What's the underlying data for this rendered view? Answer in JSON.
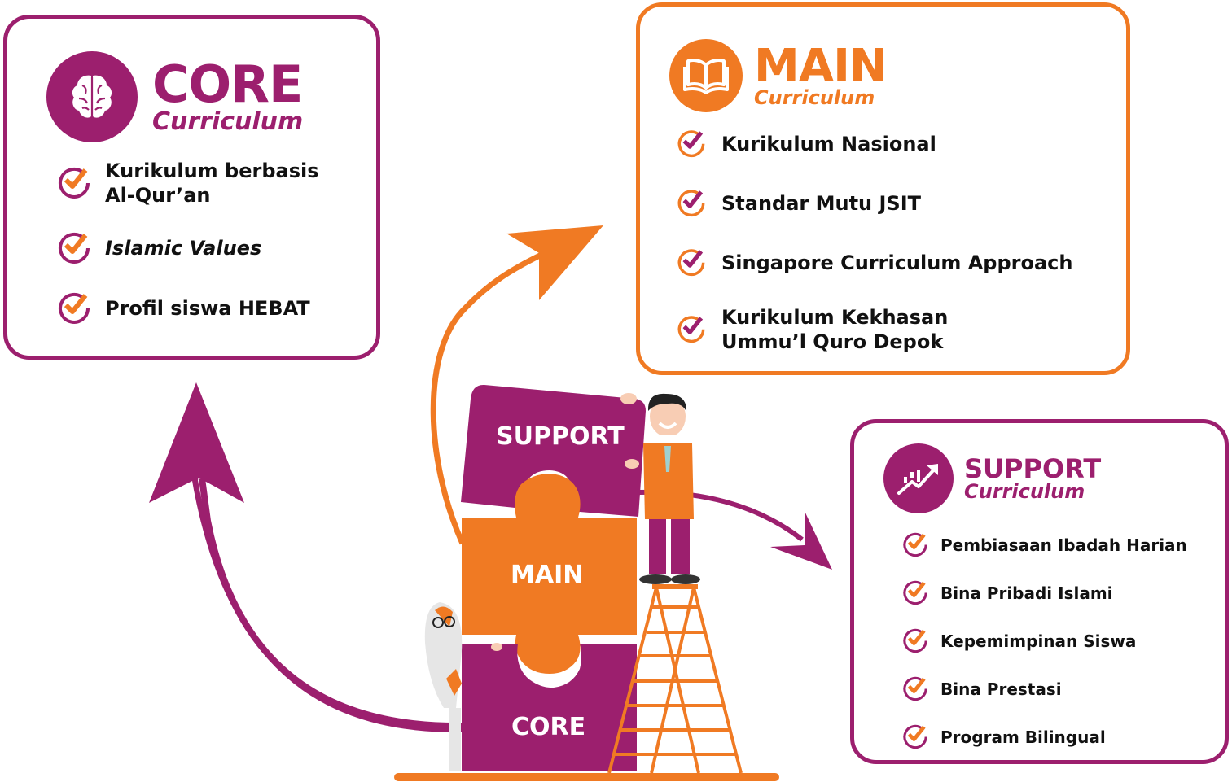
{
  "colors": {
    "purple": "#9c1f6e",
    "orange": "#f07a23",
    "text": "#111111"
  },
  "core_card": {
    "icon": "brain-icon",
    "title": "CORE",
    "subtitle": "Curriculum",
    "items": [
      {
        "text": "Kurikulum berbasis\nAl-Qur’an"
      },
      {
        "text": "Islamic Values"
      },
      {
        "text_prefix": "Profil siswa ",
        "text_bold": "HEBAT"
      }
    ]
  },
  "main_card": {
    "icon": "open-book-icon",
    "title": "MAIN",
    "subtitle": "Curriculum",
    "items": [
      {
        "text": "Kurikulum Nasional"
      },
      {
        "text": "Standar Mutu JSIT"
      },
      {
        "text": "Singapore Curriculum Approach"
      },
      {
        "text": "Kurikulum Kekhasan\nUmmu’l Quro Depok"
      }
    ]
  },
  "support_card": {
    "icon": "growth-chart-arrow-icon",
    "title": "SUPPORT",
    "subtitle": "Curriculum",
    "items": [
      {
        "text": "Pembiasaan Ibadah Harian"
      },
      {
        "text": "Bina Pribadi Islami"
      },
      {
        "text": "Kepemimpinan Siswa"
      },
      {
        "text": "Bina Prestasi"
      },
      {
        "text": "Program Bilingual"
      }
    ]
  },
  "puzzle": {
    "top_label": "SUPPORT",
    "middle_label": "MAIN",
    "bottom_label": "CORE"
  }
}
